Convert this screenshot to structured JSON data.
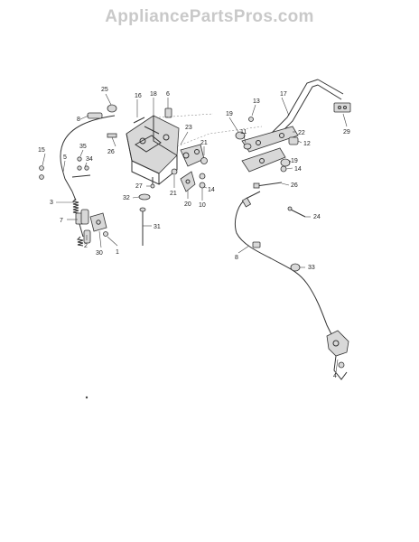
{
  "watermark": "AppliancePartsPros.com",
  "callouts": [
    {
      "id": "c25",
      "label": "25"
    },
    {
      "id": "c16",
      "label": "16"
    },
    {
      "id": "c18",
      "label": "18"
    },
    {
      "id": "c6",
      "label": "6"
    },
    {
      "id": "c8a",
      "label": "8"
    },
    {
      "id": "c23",
      "label": "23"
    },
    {
      "id": "c19a",
      "label": "19"
    },
    {
      "id": "c13",
      "label": "13"
    },
    {
      "id": "c17",
      "label": "17"
    },
    {
      "id": "c29",
      "label": "29"
    },
    {
      "id": "c22",
      "label": "22"
    },
    {
      "id": "c11",
      "label": "11"
    },
    {
      "id": "c12",
      "label": "12"
    },
    {
      "id": "c15",
      "label": "15"
    },
    {
      "id": "c35",
      "label": "35"
    },
    {
      "id": "c5",
      "label": "5"
    },
    {
      "id": "c34",
      "label": "34"
    },
    {
      "id": "c26a",
      "label": "26"
    },
    {
      "id": "c21a",
      "label": "21"
    },
    {
      "id": "c19b",
      "label": "19"
    },
    {
      "id": "c14a",
      "label": "14"
    },
    {
      "id": "c27",
      "label": "27"
    },
    {
      "id": "c26b",
      "label": "26"
    },
    {
      "id": "c3",
      "label": "3"
    },
    {
      "id": "c32",
      "label": "32"
    },
    {
      "id": "c21b",
      "label": "21"
    },
    {
      "id": "c20",
      "label": "20"
    },
    {
      "id": "c14b",
      "label": "14"
    },
    {
      "id": "c10",
      "label": "10"
    },
    {
      "id": "c7",
      "label": "7"
    },
    {
      "id": "c24",
      "label": "24"
    },
    {
      "id": "c31",
      "label": "31"
    },
    {
      "id": "c2",
      "label": "2"
    },
    {
      "id": "c30",
      "label": "30"
    },
    {
      "id": "c1",
      "label": "1"
    },
    {
      "id": "c8b",
      "label": "8"
    },
    {
      "id": "c33",
      "label": "33"
    },
    {
      "id": "c4",
      "label": "4"
    }
  ]
}
